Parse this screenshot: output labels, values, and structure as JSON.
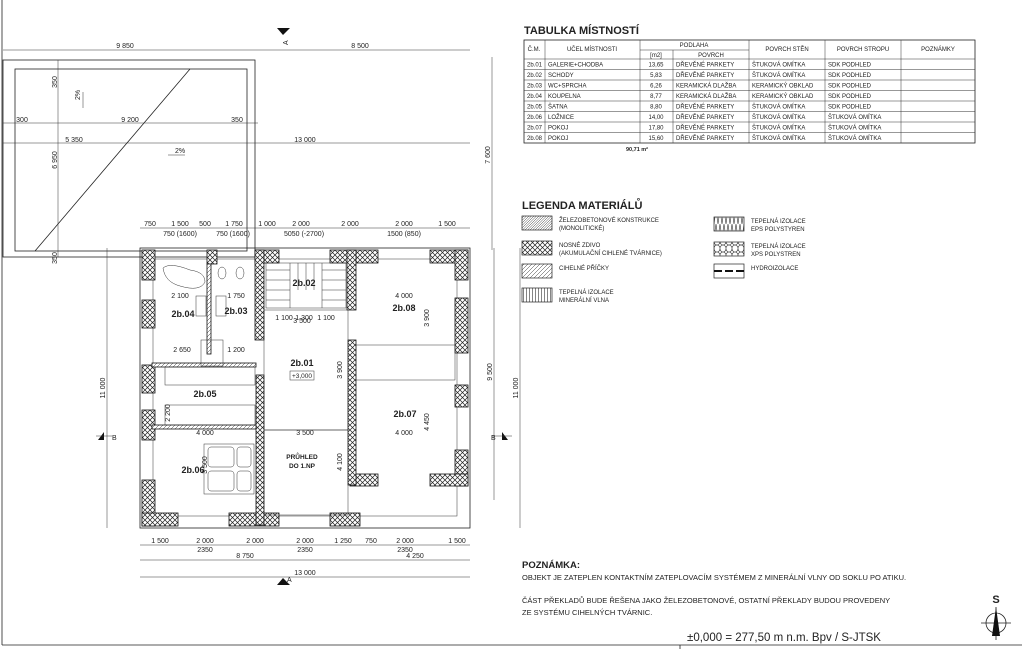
{
  "roof_plan": {
    "dims_top": [
      "9 850",
      "8 500"
    ],
    "dims_mid": [
      "300",
      "9 200",
      "350"
    ],
    "dims_low": [
      "5 350",
      "13 000"
    ],
    "dims_vertical": [
      "350",
      "6 950",
      "350",
      "7 600"
    ],
    "slopes": [
      "2%",
      "2%"
    ]
  },
  "section_marks": {
    "a": "A",
    "b": "B"
  },
  "floor_plan": {
    "rooms": [
      {
        "id": "2b.04"
      },
      {
        "id": "2b.03"
      },
      {
        "id": "2b.02"
      },
      {
        "id": "2b.08"
      },
      {
        "id": "2b.01"
      },
      {
        "id": "2b.05"
      },
      {
        "id": "2b.07"
      },
      {
        "id": "2b.06"
      }
    ],
    "level_mark": "+3,000",
    "void_label": [
      "PRŮHLED",
      "DO 1.NP"
    ],
    "dims_top": [
      "750",
      "1 500",
      "500",
      "1 750",
      "1 000",
      "2 000",
      "2 000",
      "2 000",
      "1 500"
    ],
    "dims_top2": [
      "750 (1600)",
      "750 (1600)",
      "5050 (-2700)",
      "1500 (850)"
    ],
    "dims_bottom": [
      "1 500",
      "2 000",
      "2 000",
      "2 000",
      "1 250",
      "750",
      "2 000",
      "1 500"
    ],
    "dims_bottom2": [
      "2350",
      "2350",
      "2350"
    ],
    "dims_bottom3": [
      "8 750",
      "4 250"
    ],
    "dims_total": "13 000",
    "dims_side": [
      "11 000",
      "11 000",
      "9 500"
    ],
    "dims_inner": [
      "2 100",
      "1 750",
      "3 500",
      "4 000",
      "1 100",
      "1 300",
      "1 100",
      "3 900",
      "2 650",
      "1 200",
      "4 000",
      "3 500",
      "4 000",
      "3 900",
      "4 450",
      "4 100",
      "3 500",
      "2 200"
    ]
  },
  "room_table": {
    "title": "TABULKA MÍSTNOSTÍ",
    "headers": {
      "cm": "Č.M.",
      "purpose": "UČEL MÍSTNOSTI",
      "floor": "PODLAHA",
      "area": "[m2]",
      "surface": "POVRCH",
      "walls": "POVRCH STĚN",
      "ceiling": "POVRCH STROPU",
      "notes": "POZNÁMKY"
    },
    "rows": [
      [
        "2b.01",
        "GALERIE+CHODBA",
        "13,65",
        "DŘEVĚNÉ PARKETY",
        "ŠTUKOVÁ OMÍTKA",
        "SDK PODHLED",
        ""
      ],
      [
        "2b.02",
        "SCHODY",
        "5,83",
        "DŘEVĚNÉ PARKETY",
        "ŠTUKOVÁ OMÍTKA",
        "SDK PODHLED",
        ""
      ],
      [
        "2b.03",
        "WC+SPRCHA",
        "6,26",
        "KERAMICKÁ DLAŽBA",
        "KERAMICKÝ OBKLAD",
        "SDK PODHLED",
        ""
      ],
      [
        "2b.04",
        "KOUPELNA",
        "8,77",
        "KERAMICKÁ DLAŽBA",
        "KERAMICKÝ OBKLAD",
        "SDK PODHLED",
        ""
      ],
      [
        "2b.05",
        "ŠATNA",
        "8,80",
        "DŘEVĚNÉ PARKETY",
        "ŠTUKOVÁ OMÍTKA",
        "SDK PODHLED",
        ""
      ],
      [
        "2b.06",
        "LOŽNICE",
        "14,00",
        "DŘEVĚNÉ PARKETY",
        "ŠTUKOVÁ OMÍTKA",
        "ŠTUKOVÁ OMÍTKA",
        ""
      ],
      [
        "2b.07",
        "POKOJ",
        "17,80",
        "DŘEVĚNÉ PARKETY",
        "ŠTUKOVÁ OMÍTKA",
        "ŠTUKOVÁ OMÍTKA",
        ""
      ],
      [
        "2b.08",
        "POKOJ",
        "15,60",
        "DŘEVĚNÉ PARKETY",
        "ŠTUKOVÁ OMÍTKA",
        "ŠTUKOVÁ OMÍTKA",
        ""
      ]
    ],
    "total": "90,71 m²"
  },
  "legend": {
    "title": "LEGENDA MATERIÁLŮ",
    "items": [
      {
        "pattern": "diagonal-dense",
        "line1": "ŽELEZOBETONOVÉ KONSTRUKCE",
        "line2": "(MONOLITICKÉ)"
      },
      {
        "pattern": "crosshatch",
        "line1": "NOSNÉ ZDIVO",
        "line2": "(AKUMULAČNÍ CIHLENÉ TVÁRNICE)"
      },
      {
        "pattern": "diagonal",
        "line1": "CIHELNÉ PŘÍČKY",
        "line2": ""
      },
      {
        "pattern": "vertical-waves",
        "line1": "TEPELNÁ IZOLACE",
        "line2": "MINERÁLNÍ VLNA"
      },
      {
        "pattern": "zigzag",
        "line1": "TEPELNÁ IZOLACE",
        "line2": "EPS POLYSTYREN"
      },
      {
        "pattern": "loops",
        "line1": "TEPELNÁ IZOLACE",
        "line2": "XPS POLYSTREN"
      },
      {
        "pattern": "dash-line",
        "line1": "HYDROIZOLACE",
        "line2": ""
      }
    ]
  },
  "notes": {
    "title": "POZNÁMKA:",
    "line1": "OBJEKT JE ZATEPLEN KONTAKTNÍM ZATEPLOVACÍM SYSTÉMEM Z MINERÁLNÍ VLNY OD SOKLU PO ATIKU.",
    "line2": "ČÁST PŘEKLADŮ BUDE ŘEŠENA JAKO ŽELEZOBETONOVÉ, OSTATNÍ PŘEKLADY BUDOU PROVEDENY",
    "line3": "ZE SYSTÉMU CIHELNÝCH TVÁRNIC.",
    "elevation": "±0,000 = 277,50 m n.m. Bpv / S-JTSK"
  },
  "north_arrow": {
    "label": "S"
  }
}
